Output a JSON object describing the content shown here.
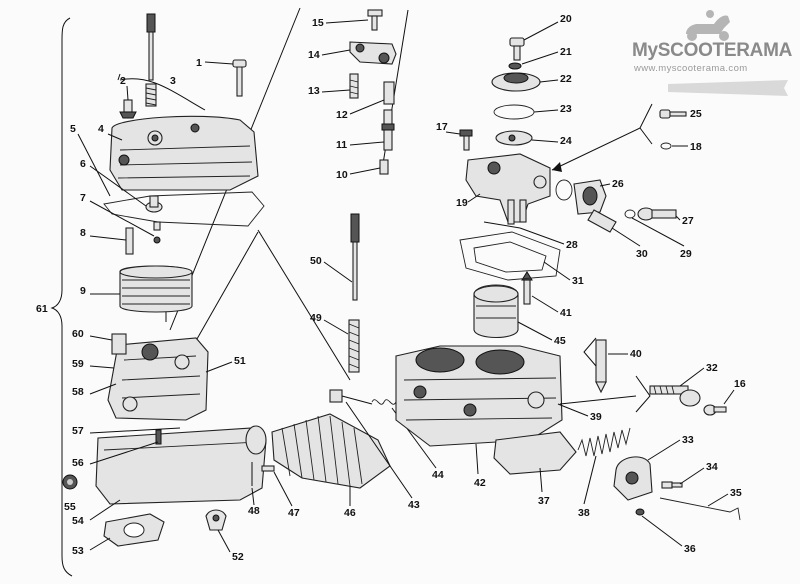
{
  "logo": {
    "name": "MySCOOTERAMA",
    "url": "www.myscooterama.com",
    "color": "#8a8a8a"
  },
  "part_numbers": [
    "1",
    "2",
    "3",
    "4",
    "5",
    "6",
    "7",
    "8",
    "9",
    "10",
    "11",
    "12",
    "13",
    "14",
    "15",
    "16",
    "17",
    "18",
    "19",
    "20",
    "21",
    "22",
    "23",
    "24",
    "25",
    "26",
    "27",
    "28",
    "29",
    "30",
    "31",
    "32",
    "33",
    "34",
    "35",
    "36",
    "37",
    "38",
    "39",
    "40",
    "41",
    "42",
    "43",
    "44",
    "45",
    "46",
    "47",
    "48",
    "49",
    "50",
    "51",
    "52",
    "53",
    "54",
    "55",
    "56",
    "57",
    "58",
    "59",
    "60",
    "61"
  ]
}
